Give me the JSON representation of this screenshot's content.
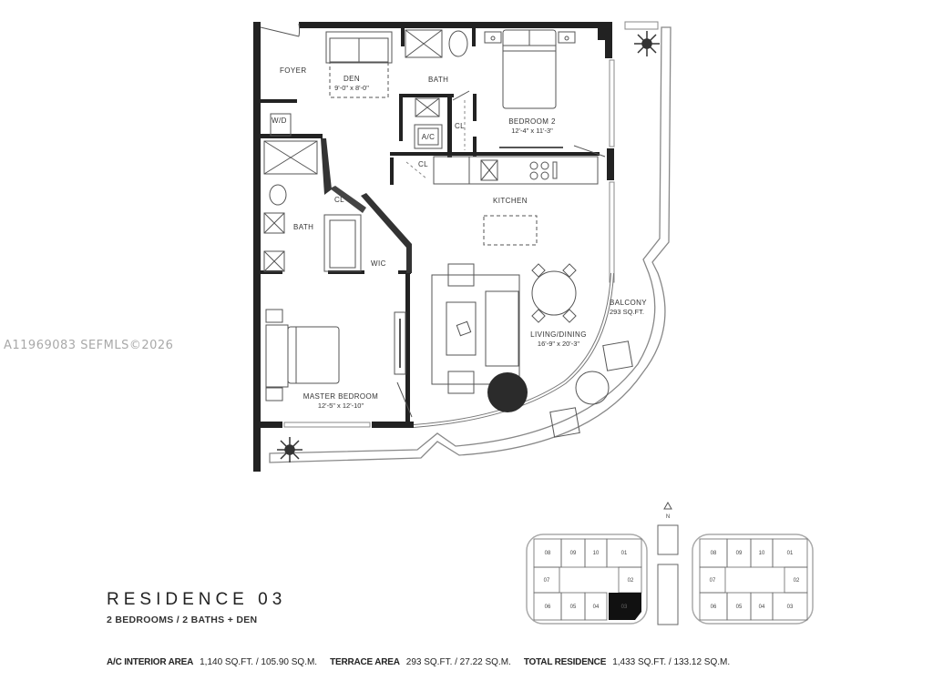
{
  "watermark": "A11969083 SEFMLS©2026",
  "residence": {
    "title": "RESIDENCE 03",
    "subtitle": "2 BEDROOMS / 2 BATHS + DEN"
  },
  "areas": [
    {
      "label": "A/C INTERIOR AREA",
      "value": "1,140 SQ.FT. / 105.90 SQ.M."
    },
    {
      "label": "TERRACE AREA",
      "value": "293 SQ.FT. / 27.22 SQ.M."
    },
    {
      "label": "TOTAL RESIDENCE",
      "value": "1,433 SQ.FT. / 133.12 SQ.M."
    }
  ],
  "rooms": {
    "foyer": {
      "name": "FOYER"
    },
    "den": {
      "name": "DEN",
      "dims": "9'-0\" x 8'-0\""
    },
    "bath_top": {
      "name": "BATH"
    },
    "bedroom2": {
      "name": "BEDROOM 2",
      "dims": "12'-4\" x 11'-3\""
    },
    "wd": {
      "name": "W/D"
    },
    "ac": {
      "name": "A/C"
    },
    "cl1": {
      "name": "CL"
    },
    "cl2": {
      "name": "CL"
    },
    "cl3": {
      "name": "CL"
    },
    "kitchen": {
      "name": "KITCHEN"
    },
    "bath_master": {
      "name": "BATH"
    },
    "wic": {
      "name": "WIC"
    },
    "living": {
      "name": "LIVING/DINING",
      "dims": "16'-9\" x 20'-3\""
    },
    "balcony": {
      "name": "BALCONY",
      "dims": "293 SQ.FT."
    },
    "master": {
      "name": "MASTER BEDROOM",
      "dims": "12'-5\" x 12'-10\""
    }
  },
  "key_plan": {
    "north_label": "N",
    "highlighted_unit": "03",
    "left_building": {
      "top": [
        "08",
        "09",
        "10",
        "01"
      ],
      "middle": [
        "07",
        "02"
      ],
      "bottom": [
        "06",
        "05",
        "04",
        "03"
      ]
    },
    "right_building": {
      "top": [
        "08",
        "09",
        "10",
        "01"
      ],
      "middle": [
        "07",
        "02"
      ],
      "bottom": [
        "06",
        "05",
        "04",
        "03"
      ]
    }
  }
}
